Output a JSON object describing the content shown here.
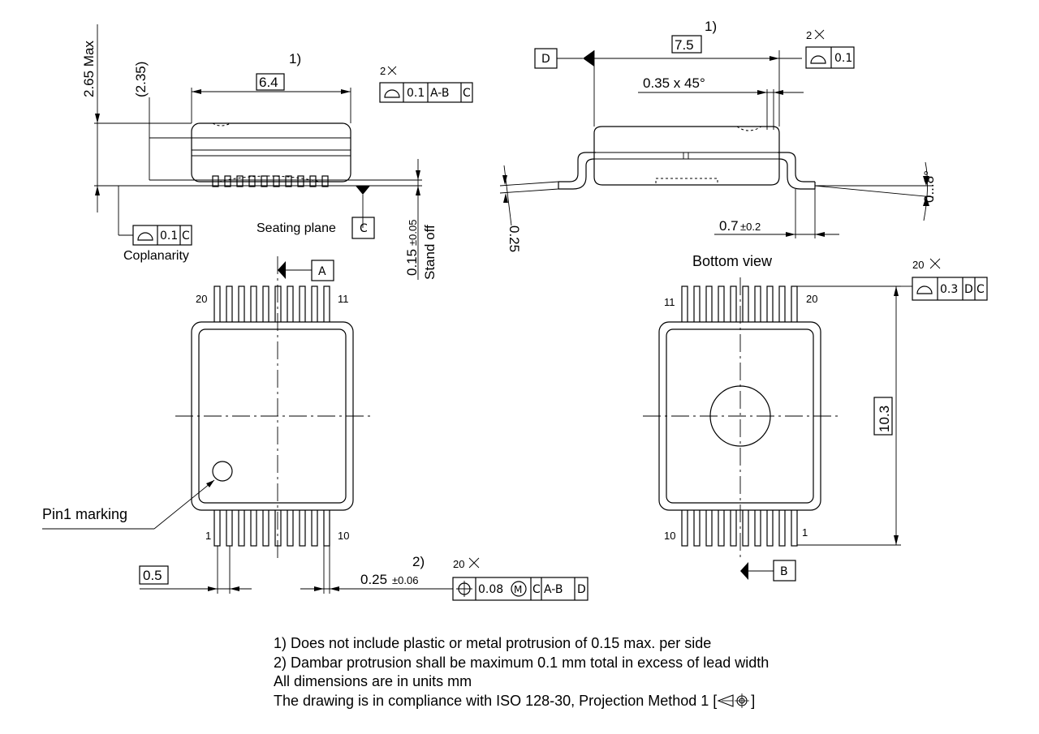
{
  "side_view": {
    "dim_max_height": "2.65 Max",
    "dim_ref_height": "(2.35)",
    "dim_body_width": "6.4",
    "dim_body_width_note": "1)",
    "fcf_count": "2",
    "fcf_tolerance": "0.1",
    "fcf_datum_1": "A-B",
    "fcf_datum_2": "C",
    "coplanarity_tolerance": "0.1",
    "coplanarity_datum": "C",
    "coplanarity_label": "Coplanarity",
    "seating_plane_label": "Seating plane",
    "seating_plane_datum": "C",
    "standoff_value": "0.15",
    "standoff_tolerance": "±0.05",
    "standoff_label": "Stand off"
  },
  "end_view": {
    "datum_d": "D",
    "dim_width": "7.5",
    "dim_width_note": "1)",
    "fcf_count": "2",
    "fcf_tolerance": "0.1",
    "chamfer": "0.35 x 45°",
    "lead_thickness": "0.25",
    "lead_angle": "0...8°",
    "foot_length": "0.7",
    "foot_length_tol": "±0.2"
  },
  "top_view": {
    "datum_a": "A",
    "pin_20": "20",
    "pin_11": "11",
    "pin_1": "1",
    "pin_10": "10",
    "pin1_marking_label": "Pin1 marking",
    "pitch": "0.5",
    "lead_width": "0.25",
    "lead_width_tol": "±0.06",
    "lead_width_note": "2)",
    "fcf_count": "20",
    "fcf_tolerance": "0.08",
    "fcf_modifier": "M",
    "fcf_datum_1": "C",
    "fcf_datum_2": "A-B",
    "fcf_datum_3": "D"
  },
  "bottom_view": {
    "title": "Bottom view",
    "pin_11": "11",
    "pin_20": "20",
    "pin_10": "10",
    "pin_1": "1",
    "fcf_count": "20",
    "fcf_tolerance": "0.3",
    "fcf_datum_1": "D",
    "fcf_datum_2": "C",
    "dim_length": "10.3",
    "datum_b": "B"
  },
  "notes": [
    "1) Does not include plastic or metal protrusion of 0.15 max. per side",
    "2) Dambar protrusion shall be maximum 0.1 mm total in excess of lead width",
    "All dimensions are in units mm",
    "The drawing is in compliance with ISO 128-30, Projection Method 1 ["
  ],
  "notes_suffix": "]",
  "icons": [
    "profile-surface-icon",
    "position-icon",
    "first-angle-projection-icon",
    "multiplier-x-icon"
  ]
}
